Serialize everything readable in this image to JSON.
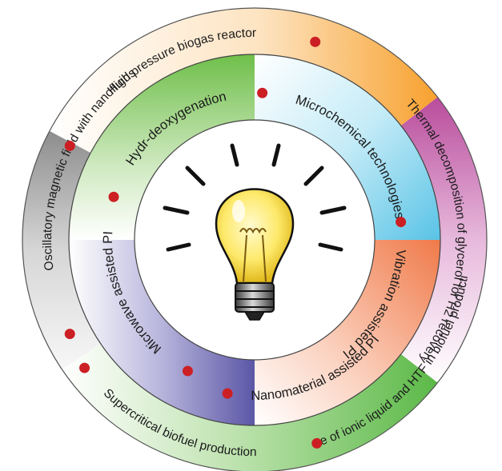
{
  "colors": {
    "dot": "#cc1f24",
    "outer_orange": "#f7a12e",
    "outer_magenta": "#b94c9c",
    "outer_green": "#5bb947",
    "outer_gray": "#9a9a9a",
    "inner_green": "#6fbf4a",
    "inner_blue": "#59c3e6",
    "inner_orange": "#f07a4a",
    "inner_purple": "#5b57a6"
  },
  "center_icon": "light-bulb-icon",
  "outer_ring": [
    {
      "label": "High pressure biogas reactor"
    },
    {
      "label": "Thermal decomposition of glycerol for H2 recovery"
    },
    {
      "label": "Use of ionic liquid and HTF in biofuel production"
    },
    {
      "label": "Supercritical biofuel production"
    },
    {
      "label": "Oscillatory magnetic field with nanofluids"
    }
  ],
  "inner_ring": [
    {
      "label": "Hydr-deoxygenation"
    },
    {
      "label": "Microchemical technologies"
    },
    {
      "label": "Vibration assisted PI"
    },
    {
      "label": "Nanomaterial assisted PI"
    },
    {
      "label": "Microwave assisted PI"
    }
  ]
}
